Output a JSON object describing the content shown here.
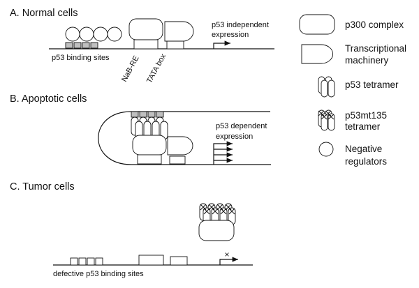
{
  "panels": {
    "a": {
      "title": "A. Normal cells",
      "binding_sites_label": "p53 binding sites",
      "nab_re_label": "NaB-RE",
      "tata_label": "TATA box",
      "expression_label_line1": "p53 independent",
      "expression_label_line2": "expression"
    },
    "b": {
      "title": "B. Apoptotic cells",
      "expression_label_line1": "p53 dependent",
      "expression_label_line2": "expression"
    },
    "c": {
      "title": "C. Tumor cells",
      "binding_sites_label": "defective p53 binding sites",
      "blocked_mark": "×"
    }
  },
  "legend": {
    "items": [
      {
        "icon": "p300-complex-icon",
        "lines": [
          "p300 complex"
        ]
      },
      {
        "icon": "transcriptional-machinery-icon",
        "lines": [
          "Transcriptional",
          "machinery"
        ]
      },
      {
        "icon": "p53-tetramer-icon",
        "lines": [
          "p53 tetramer"
        ]
      },
      {
        "icon": "p53mt135-tetramer-icon",
        "lines": [
          "p53mt135",
          "tetramer"
        ]
      },
      {
        "icon": "negative-regulator-icon",
        "lines": [
          "Negative",
          "regulators"
        ]
      }
    ]
  }
}
